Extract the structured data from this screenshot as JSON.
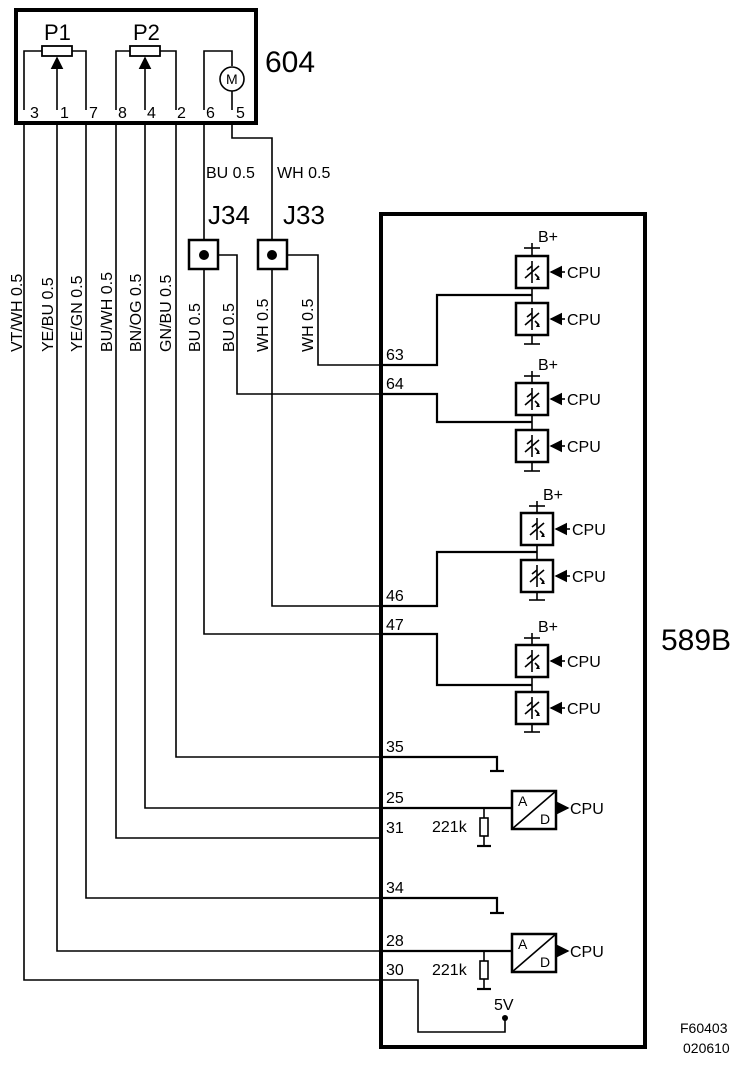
{
  "component_604": {
    "id": "604",
    "pot1": "P1",
    "pot2": "P2",
    "motor": "M",
    "pins": [
      "3",
      "1",
      "7",
      "8",
      "4",
      "2",
      "6",
      "5"
    ]
  },
  "motor_wires": {
    "left": "BU  0.5",
    "right": "WH  0.5"
  },
  "connectors": {
    "j34": "J34",
    "j33": "J33"
  },
  "vertical_wires": [
    "VT/WH  0.5",
    "YE/BU  0.5",
    "YE/GN  0.5",
    "BU/WH  0.5",
    "BN/OG  0.5",
    "GN/BU  0.5",
    "BU  0.5",
    "BU  0.5",
    "WH  0.5",
    "WH  0.5"
  ],
  "ecu_589b": {
    "id": "589B",
    "pins": [
      "63",
      "64",
      "46",
      "47",
      "35",
      "25",
      "31",
      "34",
      "28",
      "30"
    ],
    "supply": "B+",
    "cpu": "CPU",
    "adc_a": "A",
    "adc_d": "D",
    "resistor": "221k",
    "ref_voltage": "5V"
  },
  "footer": {
    "code1": "F60403",
    "code2": "020610"
  },
  "colors": {
    "line": "#000000",
    "background": "#ffffff"
  }
}
